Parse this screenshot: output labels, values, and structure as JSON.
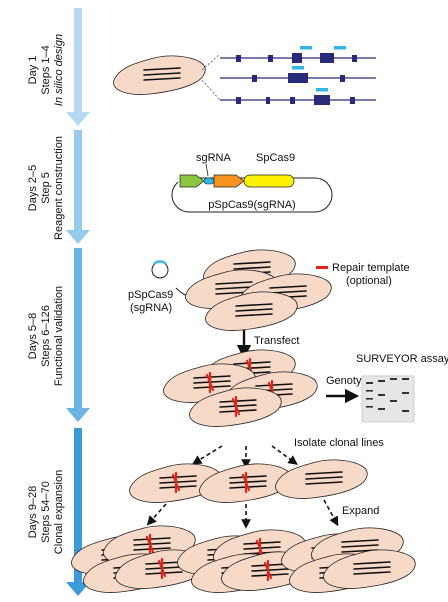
{
  "stages": [
    {
      "days": "Day 1",
      "steps": "Steps 1–4",
      "title": "In silico design"
    },
    {
      "days": "Days 2–5",
      "steps": "Step 5",
      "title": "Reagent construction"
    },
    {
      "days": "Days 5–8",
      "steps": "Steps 6–126",
      "title": "Functional validation"
    },
    {
      "days": "Days 9–28",
      "steps": "Steps 54–70",
      "title": "Clonal expansion"
    }
  ],
  "plasmid": {
    "sgrna_label": "sgRNA",
    "cas9_label": "SpCas9",
    "name": "pSpCas9(sgRNA)"
  },
  "validation": {
    "plasmid_label_line1": "pSpCas9",
    "plasmid_label_line2": "(sgRNA)",
    "repair_label_line1": "Repair template",
    "repair_label_line2": "(optional)",
    "transfect": "Transfect",
    "genotype": "Genotype",
    "assay": "SURVEYOR assay"
  },
  "clonal": {
    "isolate": "Isolate clonal lines",
    "expand": "Expand"
  },
  "colors": {
    "arrow_top": "#a9d3ef",
    "arrow_bottom": "#3a9bd8",
    "cell_fill": "#f7d9c8",
    "cell_stroke": "#222222",
    "exon": "#2a2a7a",
    "sgrna_mark": "#33b5e5",
    "green_cassette": "#8dc63f",
    "orange_cassette": "#f7931e",
    "cas9_yellow": "#fff200",
    "repair_red": "#e2231a",
    "mutation_red": "#e2231a"
  }
}
